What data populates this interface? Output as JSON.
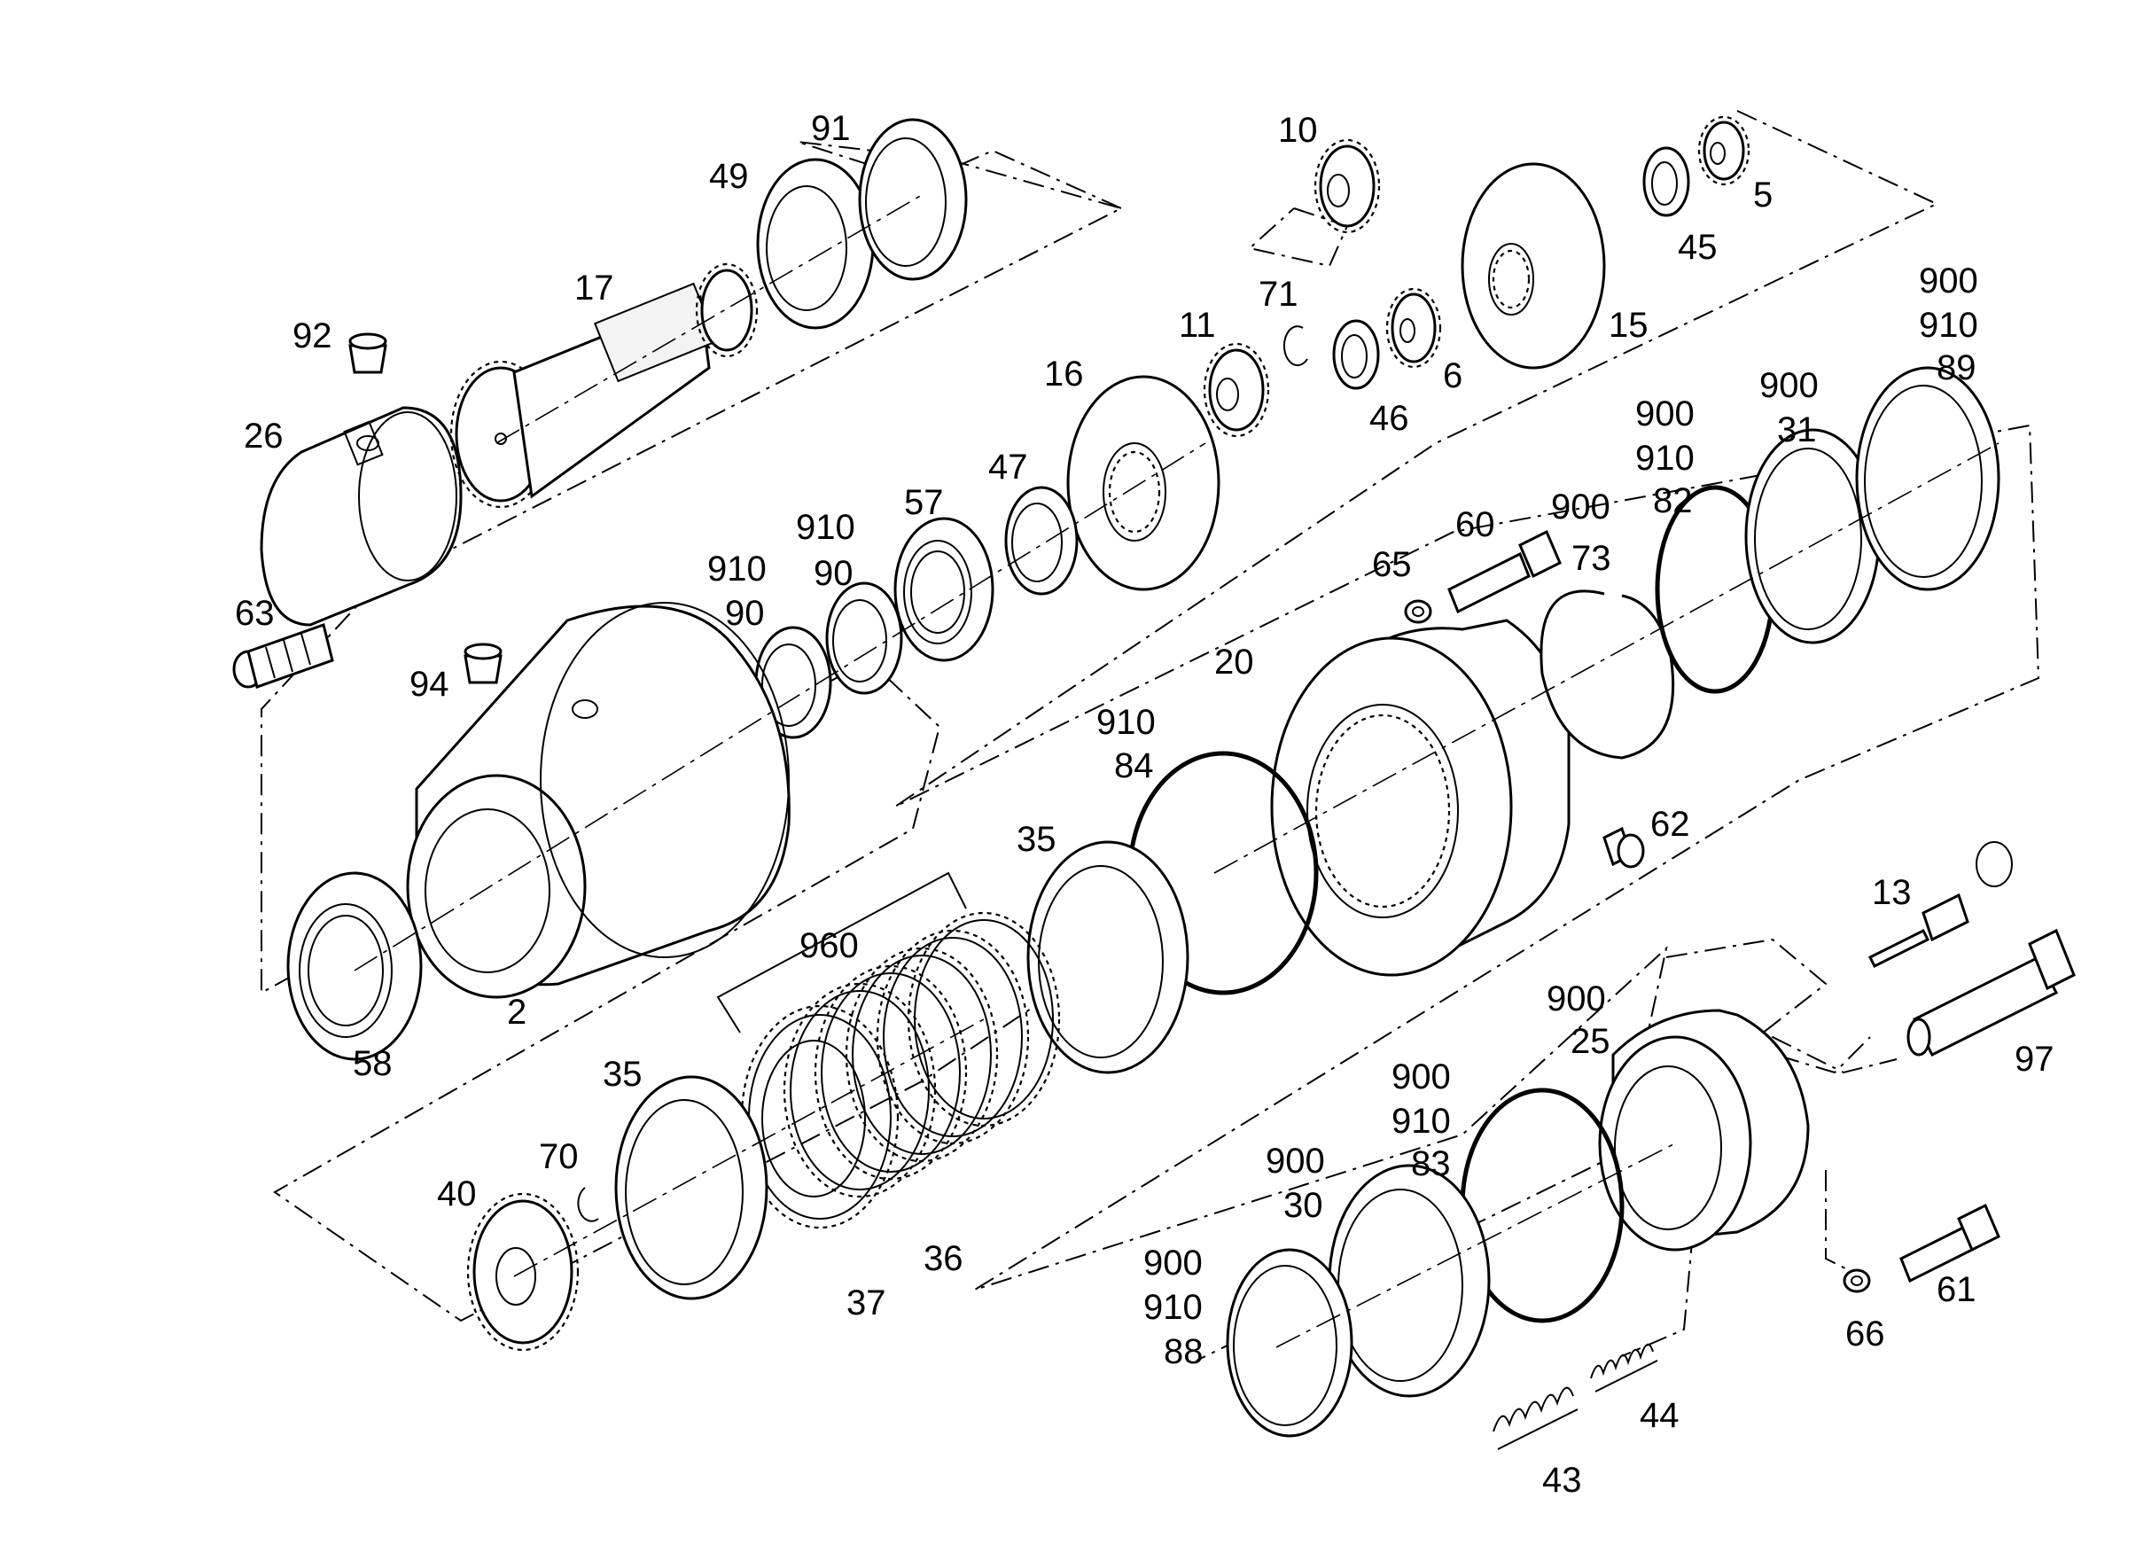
{
  "labels": [
    {
      "id": "l91",
      "text": "91"
    },
    {
      "id": "l49",
      "text": "49"
    },
    {
      "id": "l17",
      "text": "17"
    },
    {
      "id": "l92",
      "text": "92"
    },
    {
      "id": "l26",
      "text": "26"
    },
    {
      "id": "l63",
      "text": "63"
    },
    {
      "id": "l10",
      "text": "10"
    },
    {
      "id": "l5",
      "text": "5"
    },
    {
      "id": "l45",
      "text": "45"
    },
    {
      "id": "l15",
      "text": "15"
    },
    {
      "id": "l71",
      "text": "71"
    },
    {
      "id": "l11",
      "text": "11"
    },
    {
      "id": "l16",
      "text": "16"
    },
    {
      "id": "l6",
      "text": "6"
    },
    {
      "id": "l46",
      "text": "46"
    },
    {
      "id": "l900a",
      "text": "900"
    },
    {
      "id": "l910a",
      "text": "910"
    },
    {
      "id": "l89",
      "text": "89"
    },
    {
      "id": "l900b",
      "text": "900"
    },
    {
      "id": "l31",
      "text": "31"
    },
    {
      "id": "l900c",
      "text": "900"
    },
    {
      "id": "l910c",
      "text": "910"
    },
    {
      "id": "l82",
      "text": "82"
    },
    {
      "id": "l900d",
      "text": "900"
    },
    {
      "id": "l73",
      "text": "73"
    },
    {
      "id": "l60",
      "text": "60"
    },
    {
      "id": "l65",
      "text": "65"
    },
    {
      "id": "l57",
      "text": "57"
    },
    {
      "id": "l47",
      "text": "47"
    },
    {
      "id": "l910e",
      "text": "910"
    },
    {
      "id": "l90e",
      "text": "90"
    },
    {
      "id": "l910f",
      "text": "910"
    },
    {
      "id": "l90f",
      "text": "90"
    },
    {
      "id": "l94",
      "text": "94"
    },
    {
      "id": "l20",
      "text": "20"
    },
    {
      "id": "l910g",
      "text": "910"
    },
    {
      "id": "l84",
      "text": "84"
    },
    {
      "id": "l35a",
      "text": "35"
    },
    {
      "id": "l62",
      "text": "62"
    },
    {
      "id": "l2",
      "text": "2"
    },
    {
      "id": "l58",
      "text": "58"
    },
    {
      "id": "l960",
      "text": "960"
    },
    {
      "id": "l13",
      "text": "13"
    },
    {
      "id": "l97",
      "text": "97"
    },
    {
      "id": "l900h",
      "text": "900"
    },
    {
      "id": "l25",
      "text": "25"
    },
    {
      "id": "l35b",
      "text": "35"
    },
    {
      "id": "l70",
      "text": "70"
    },
    {
      "id": "l40",
      "text": "40"
    },
    {
      "id": "l37",
      "text": "37"
    },
    {
      "id": "l36",
      "text": "36"
    },
    {
      "id": "l900i",
      "text": "900"
    },
    {
      "id": "l910i",
      "text": "910"
    },
    {
      "id": "l83",
      "text": "83"
    },
    {
      "id": "l900j",
      "text": "900"
    },
    {
      "id": "l30",
      "text": "30"
    },
    {
      "id": "l900k",
      "text": "900"
    },
    {
      "id": "l910k",
      "text": "910"
    },
    {
      "id": "l88",
      "text": "88"
    },
    {
      "id": "l61",
      "text": "61"
    },
    {
      "id": "l66",
      "text": "66"
    },
    {
      "id": "l44",
      "text": "44"
    },
    {
      "id": "l43",
      "text": "43"
    }
  ]
}
